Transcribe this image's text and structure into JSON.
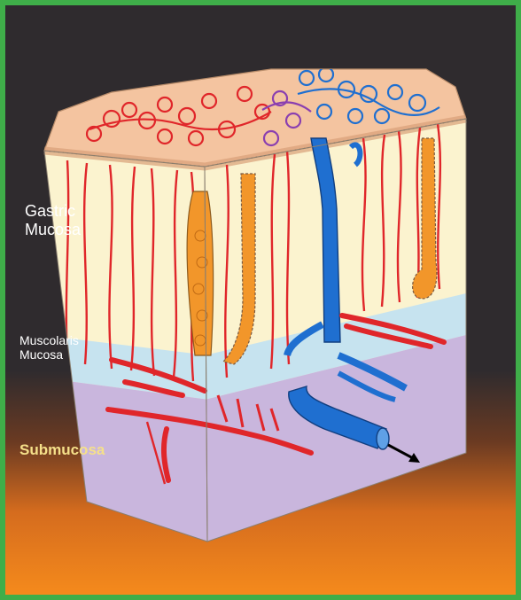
{
  "labels": {
    "gastric_line1": "Gastric",
    "gastric_line2": "Mucosa",
    "muscularis_line1": "Muscolaris",
    "muscularis_line2": "Mucosa",
    "submucosa": "Submucosa"
  },
  "colors": {
    "frame_border": "#3fae49",
    "background_dark": "#2f2b2e",
    "background_glow": "#f58a1c",
    "mucosa": "#fbf3cf",
    "surface": "#f4c4a0",
    "muscularis": "#c6e3ef",
    "submucosa": "#c9b6dd",
    "artery": "#e0262a",
    "vein": "#1f6fd0",
    "gland": "#f2962a"
  },
  "icons": [
    "flow-arrow-icon"
  ]
}
